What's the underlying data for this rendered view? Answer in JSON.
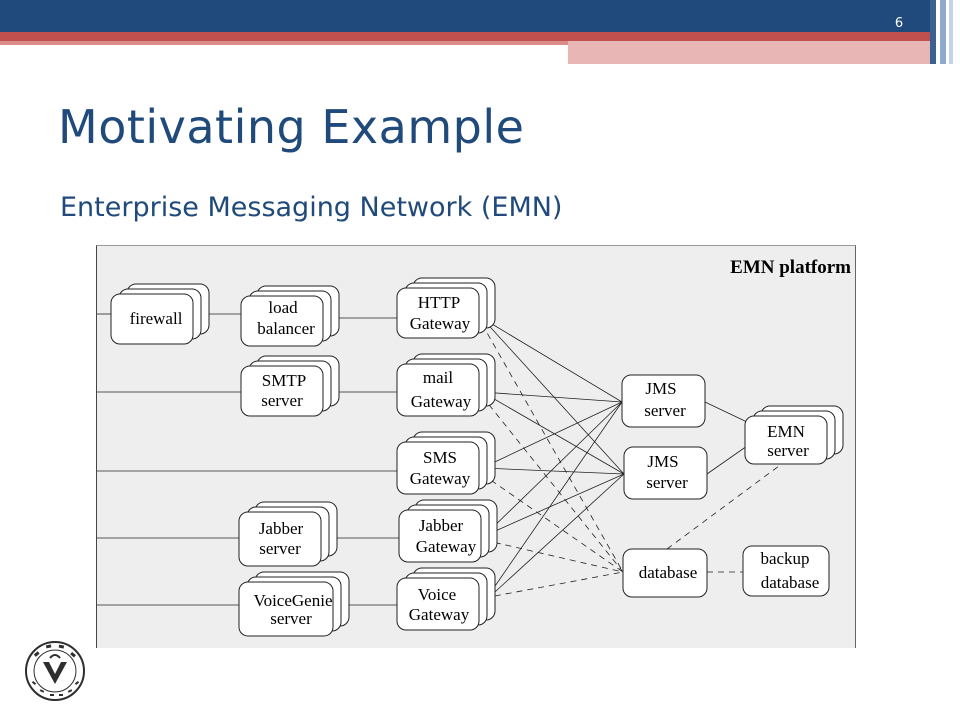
{
  "slide": {
    "page_number": "6",
    "title": "Motivating Example",
    "subtitle": "Enterprise Messaging Network (EMN)"
  },
  "diagram": {
    "platform_label": "EMN platform",
    "nodes": {
      "firewall": [
        "firewall"
      ],
      "load_balancer": [
        "load",
        "balancer"
      ],
      "smtp_server": [
        "SMTP",
        "server"
      ],
      "jabber_server": [
        "Jabber",
        "server"
      ],
      "voicegenie_server": [
        "VoiceGenie",
        "server"
      ],
      "http_gateway": [
        "HTTP",
        "Gateway"
      ],
      "mail_gateway": [
        "mail",
        "Gateway"
      ],
      "sms_gateway": [
        "SMS",
        "Gateway"
      ],
      "jabber_gateway": [
        "Jabber",
        "Gateway"
      ],
      "voice_gateway": [
        "Voice",
        "Gateway"
      ],
      "jms_server_1": [
        "JMS",
        "server"
      ],
      "jms_server_2": [
        "JMS",
        "server"
      ],
      "database": [
        "database"
      ],
      "emn_server": [
        "EMN",
        "server"
      ],
      "backup_database": [
        "backup",
        "database"
      ]
    }
  },
  "colors": {
    "title": "#1f4a7b",
    "bar_blue": "#1f4a7b",
    "bar_red": "#c0504d",
    "bar_pink": "#e8b7b5",
    "figure_bg": "#eeeeee"
  }
}
